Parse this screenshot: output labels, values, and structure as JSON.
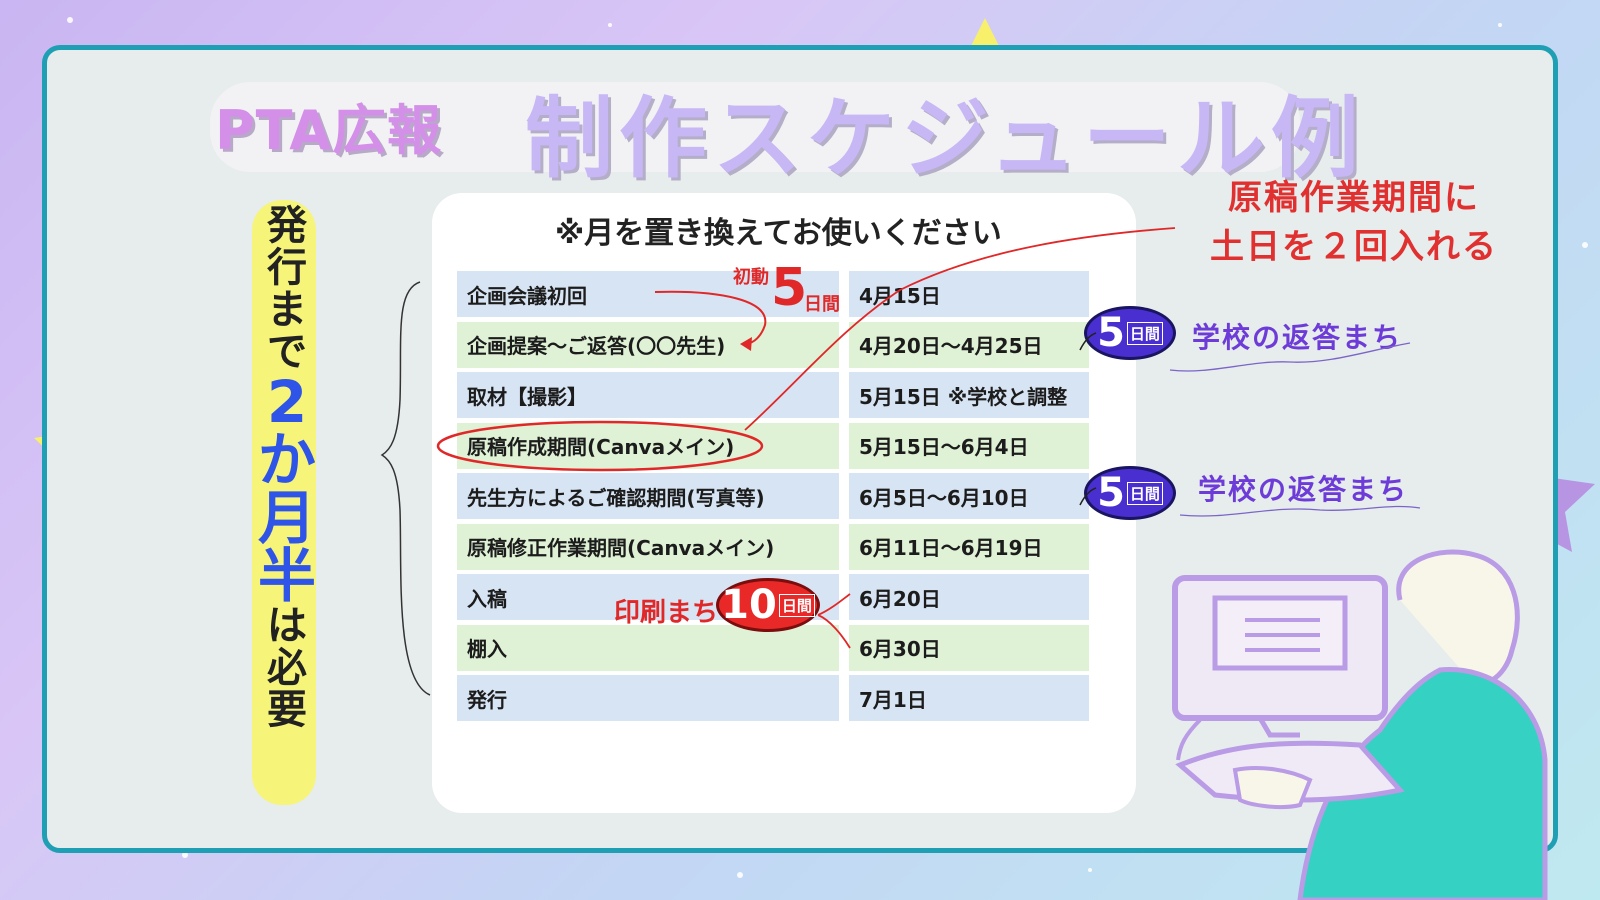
{
  "title": {
    "prefix": "PTA広報",
    "main": "制作スケジュール例"
  },
  "side_label": {
    "line1": "発",
    "line2": "行",
    "line3": "ま",
    "line4": "で",
    "big1": "2",
    "line5": "か",
    "big2": "月",
    "big3": "半",
    "line6": "は",
    "line7": "必",
    "line8": "要"
  },
  "table": {
    "note": "※月を置き換えてお使いください",
    "rows": [
      {
        "task": "企画会議初回",
        "date": "4月15日"
      },
      {
        "task": "企画提案～ご返答(〇〇先生)",
        "date": "4月20日～4月25日"
      },
      {
        "task": "取材【撮影】",
        "date": "5月15日 ※学校と調整"
      },
      {
        "task": "原稿作成期間(Canvaメイン)",
        "date": "5月15日～6月4日"
      },
      {
        "task": "先生方によるご確認期間(写真等)",
        "date": "6月5日～6月10日"
      },
      {
        "task": "原稿修正作業期間(Canvaメイン)",
        "date": "6月11日～6月19日"
      },
      {
        "task": "入稿",
        "date": "6月20日"
      },
      {
        "task": "棚入",
        "date": "6月30日"
      },
      {
        "task": "発行",
        "date": "7月1日"
      }
    ]
  },
  "annotations": {
    "initial_label": "初動",
    "initial_num": "5",
    "initial_unit": "日間",
    "red_note_line1": "原稿作業期間に",
    "red_note_line2": "土日を２回入れる",
    "badge1_num": "5",
    "badge1_unit": "日間",
    "wait1": "学校の返答まち",
    "badge2_num": "5",
    "badge2_unit": "日間",
    "wait2": "学校の返答まち",
    "print_wait": "印刷まち",
    "badge3_num": "10",
    "badge3_unit": "日間"
  },
  "colors": {
    "frame": "#1f9fb4",
    "accent_red": "#e02828",
    "accent_purple": "#6d3bd8",
    "badge_blue": "#4a2fd0",
    "highlight_yellow": "#f6f57a"
  }
}
